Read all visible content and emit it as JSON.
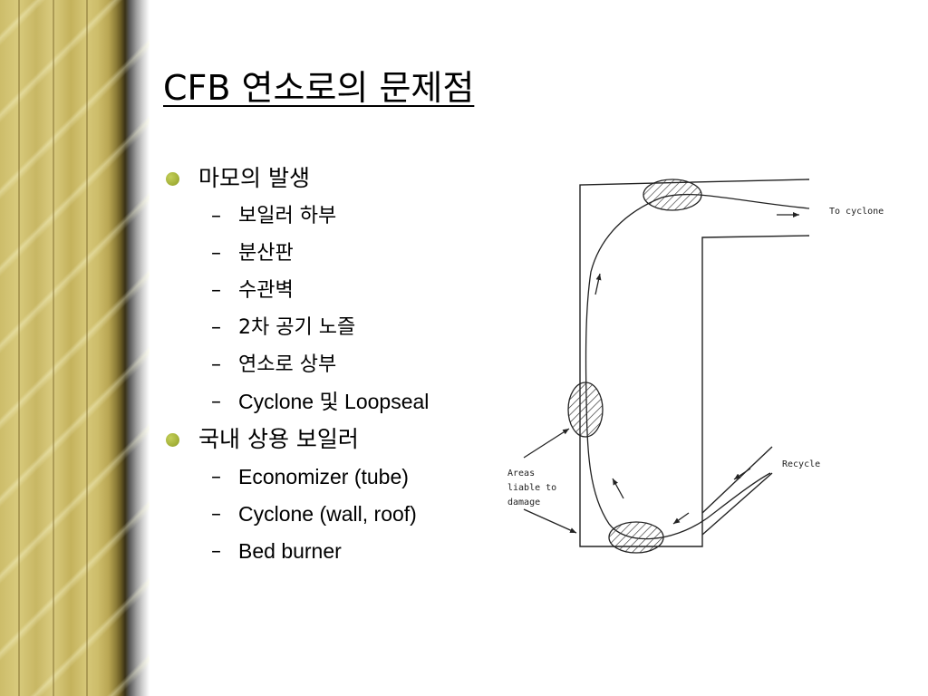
{
  "slide": {
    "title": "CFB 연소로의 문제점",
    "sections": [
      {
        "heading": "마모의 발생",
        "items": [
          "보일러 하부",
          "분산판",
          "수관벽",
          "2차 공기 노즐",
          "연소로 상부",
          "Cyclone 및 Loopseal"
        ]
      },
      {
        "heading": "국내 상용 보일러",
        "items": [
          "Economizer (tube)",
          "Cyclone (wall, roof)",
          "Bed burner"
        ]
      }
    ]
  },
  "diagram": {
    "label_to_cyclone": "To cyclone",
    "label_recycle": "Recycle",
    "label_areas_line1": "Areas",
    "label_areas_line2": "liable to",
    "label_areas_line3": "damage"
  },
  "colors": {
    "bullet": "#a5b23a",
    "pillar_gold": "#cdbd6a"
  }
}
